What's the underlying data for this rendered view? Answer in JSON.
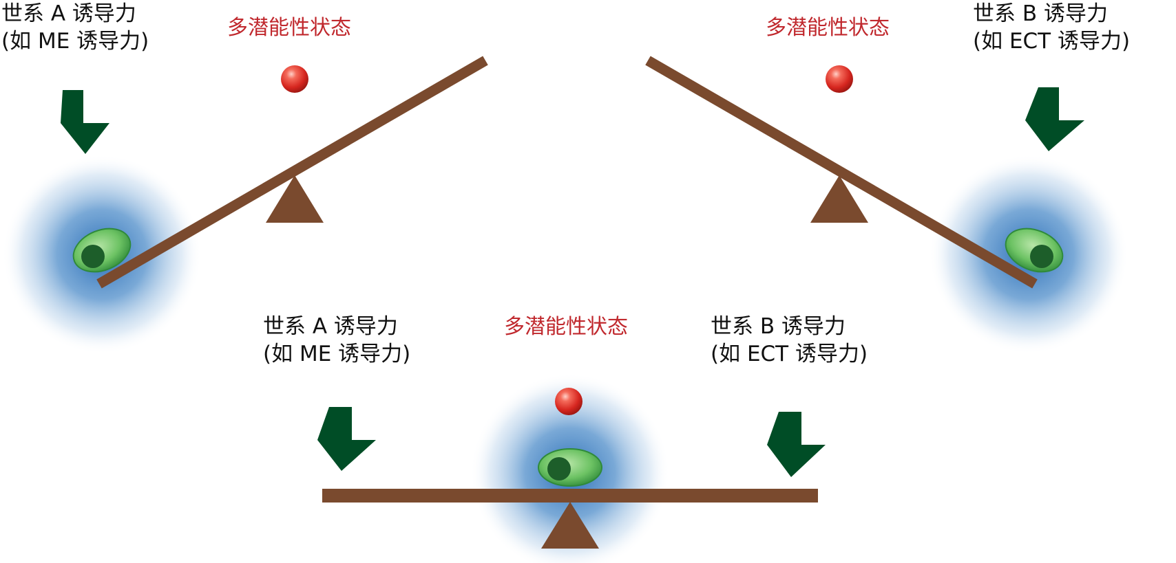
{
  "colors": {
    "beam": "#7a4a2e",
    "arrow": "#004d26",
    "pluripotent_text": "#c0282d",
    "label_text": "#111111",
    "glow": "#2a6fba",
    "cell_body": "#6fc26a",
    "nucleus": "#1d5e2a",
    "ball": "#e0302b"
  },
  "icons": {
    "force": "down-arrow-icon",
    "cell": "cell-icon",
    "ball": "ball-icon",
    "fulcrum": "fulcrum-icon"
  },
  "panels": {
    "left": {
      "force_a_line1": "世系 A 诱导力",
      "force_a_line2": "(如 ME 诱导力)",
      "pluripotent": "多潜能性状态"
    },
    "right": {
      "pluripotent": "多潜能性状态",
      "force_b_line1": "世系 B 诱导力",
      "force_b_line2": "(如 ECT 诱导力)"
    },
    "bottom": {
      "force_a_line1": "世系 A 诱导力",
      "force_a_line2": "(如 ME 诱导力)",
      "pluripotent": "多潜能性状态",
      "force_b_line1": "世系 B 诱导力",
      "force_b_line2": "(如 ECT 诱导力)"
    }
  }
}
